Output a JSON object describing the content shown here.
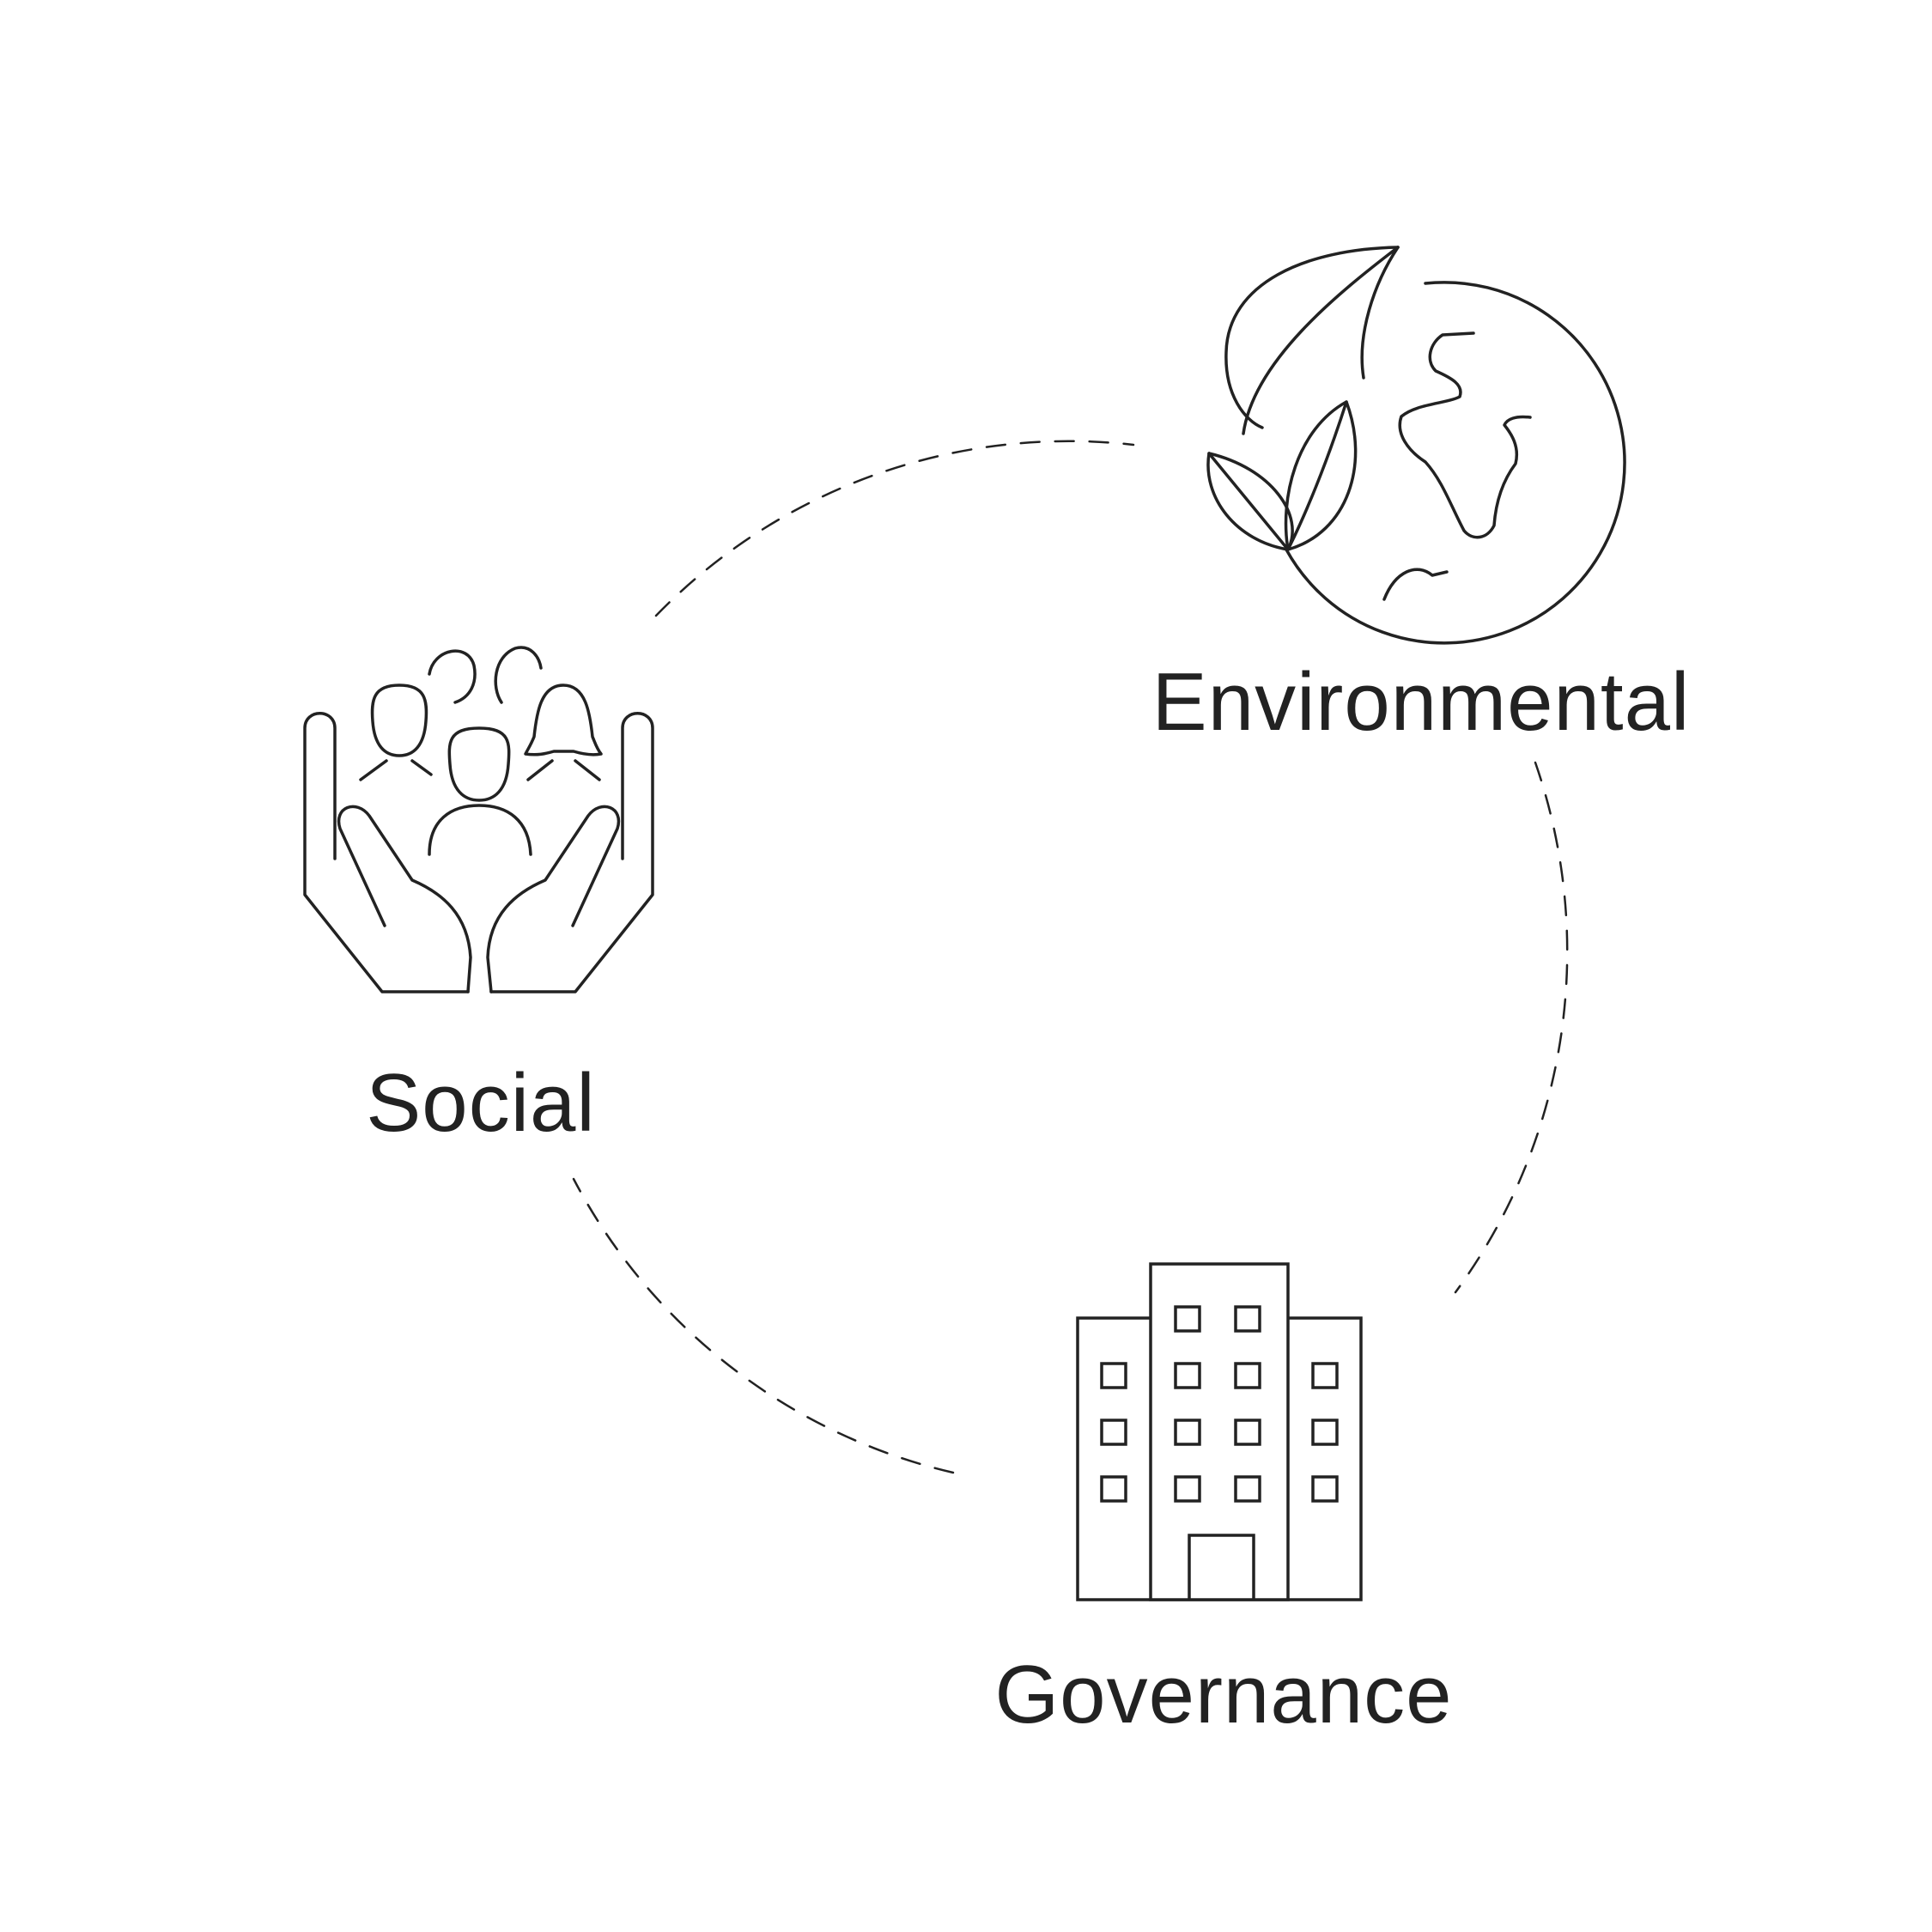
{
  "diagram": {
    "type": "cycle",
    "nodes": [
      {
        "id": "environmental",
        "label": "Environmental",
        "icon": "earth-with-leaves-icon"
      },
      {
        "id": "social",
        "label": "Social",
        "icon": "hands-holding-people-icon"
      },
      {
        "id": "governance",
        "label": "Governance",
        "icon": "office-building-icon"
      }
    ],
    "connector_style": "dashed-circular",
    "colors": {
      "stroke": "#222222",
      "text": "#222222",
      "background": "#ffffff"
    }
  }
}
